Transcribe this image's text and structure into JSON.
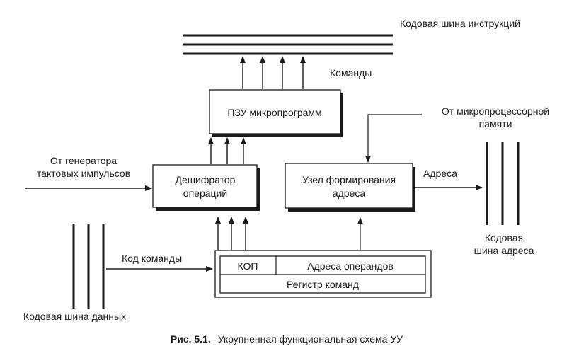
{
  "diagram": {
    "instruction_bus_label": "Кодовая шина инструкций",
    "commands_label": "Команды",
    "rom_label": "ПЗУ микропрограмм",
    "memory_source_line1": "От микропроцессорной",
    "memory_source_line2": "памяти",
    "generator_line1": "От генератора",
    "generator_line2": "тактовых импульсов",
    "decoder_line1": "Дешифратор",
    "decoder_line2": "операций",
    "address_unit_line1": "Узел формирования",
    "address_unit_line2": "адреса",
    "addresses_label": "Адреса",
    "address_bus_line1": "Кодовая",
    "address_bus_line2": "шина адреса",
    "command_code_label": "Код команды",
    "kop_label": "КОП",
    "operand_addresses_label": "Адреса операндов",
    "command_register_label": "Регистр команд",
    "data_bus_label": "Кодовая шина  данных"
  },
  "caption": {
    "number": "Рис. 5.1.",
    "text": "Укрупненная функциональная схема УУ"
  }
}
